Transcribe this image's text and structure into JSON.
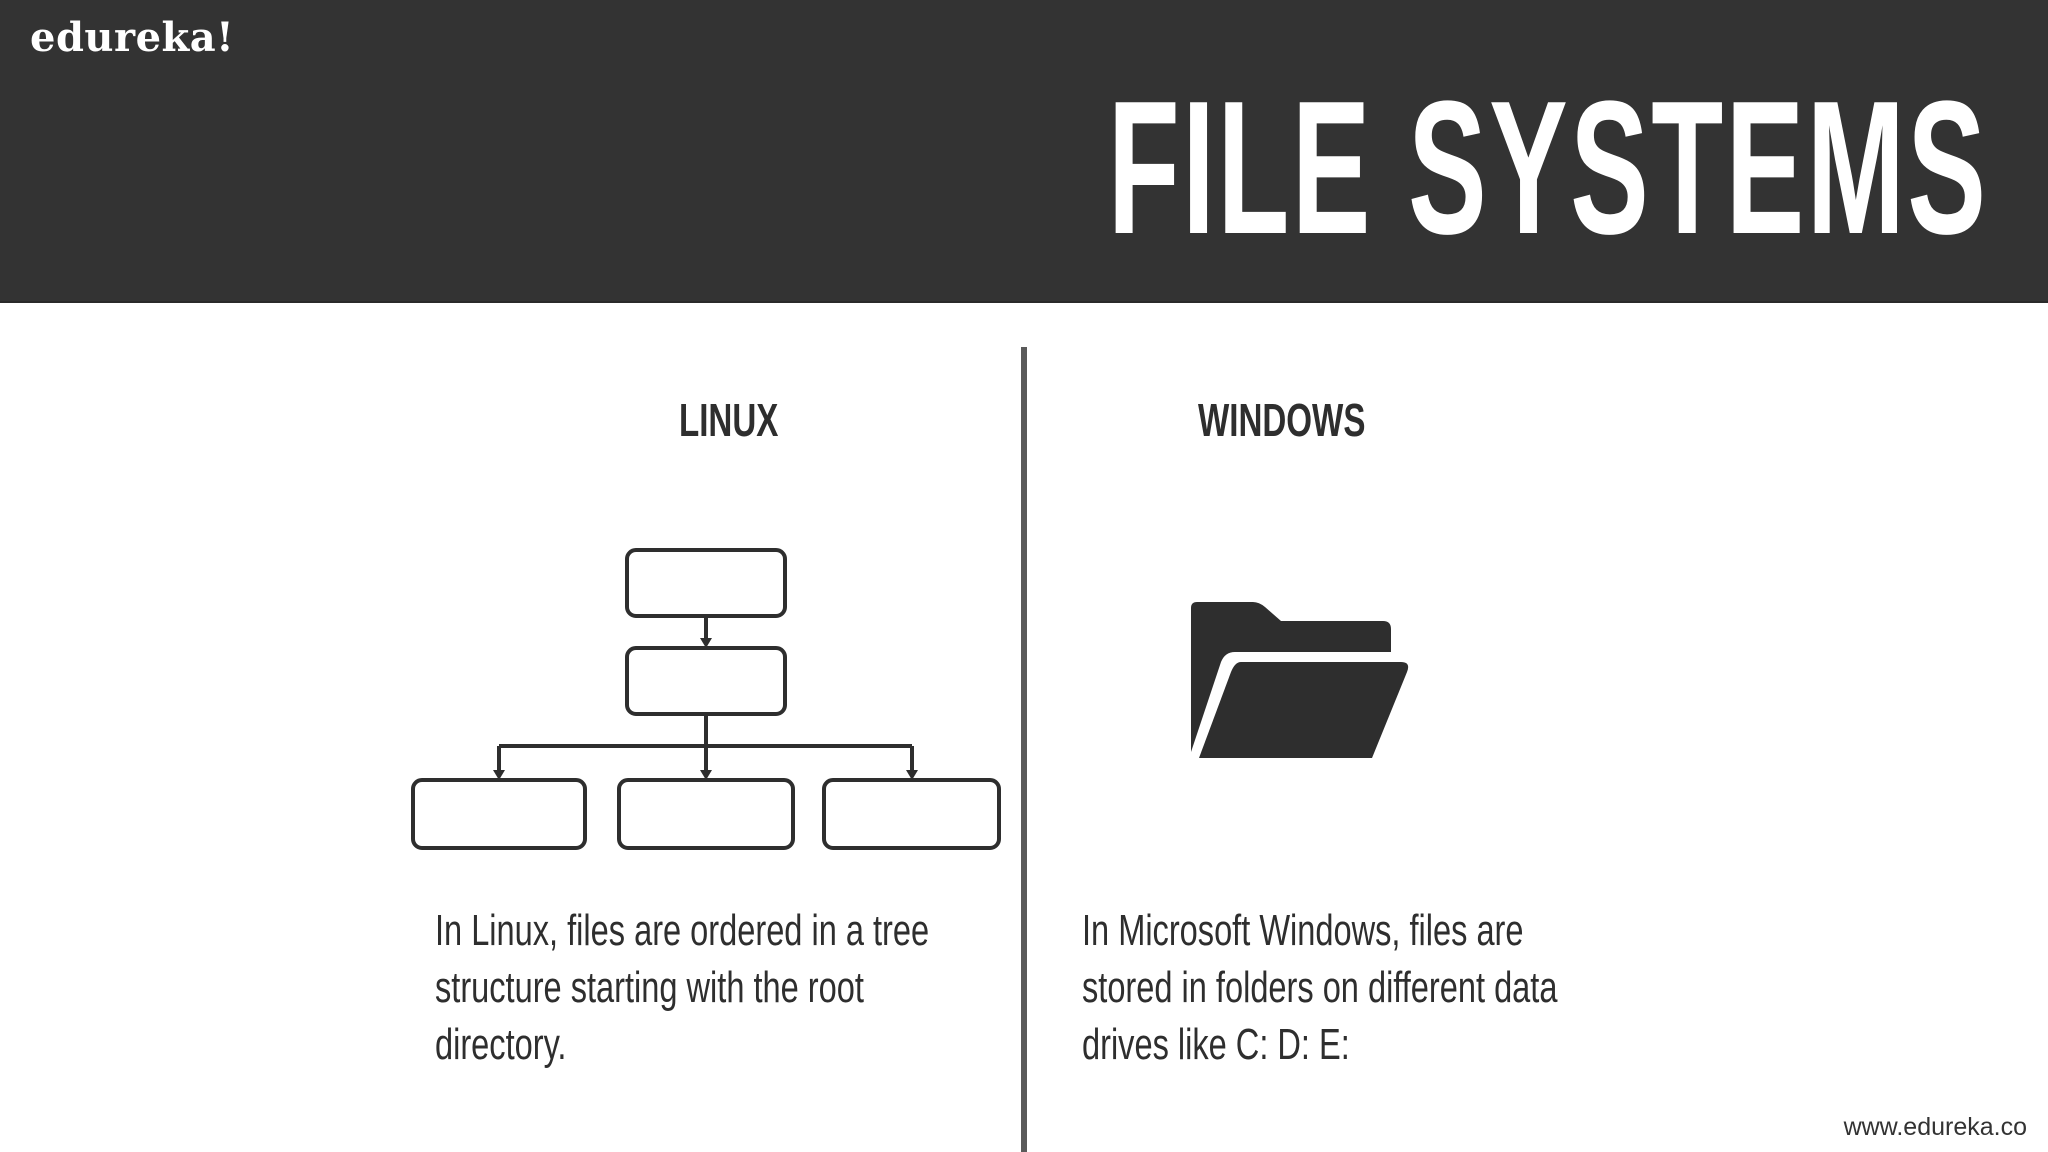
{
  "brand": {
    "logo_text": "edureka!",
    "website": "www.edureka.co"
  },
  "slide": {
    "title": "FILE SYSTEMS"
  },
  "linux": {
    "heading": "LINUX",
    "description": "In Linux, files are ordered in a tree structure starting with the root directory.",
    "icon": "tree-diagram-icon"
  },
  "windows": {
    "heading": "WINDOWS",
    "description": "In Microsoft Windows, files are stored in folders on different data drives like C: D: E:",
    "icon": "folder-icon"
  },
  "colors": {
    "header_bg": "#333333",
    "text": "#2e2e2e",
    "divider": "#5a5a5a",
    "header_text": "#ffffff"
  }
}
